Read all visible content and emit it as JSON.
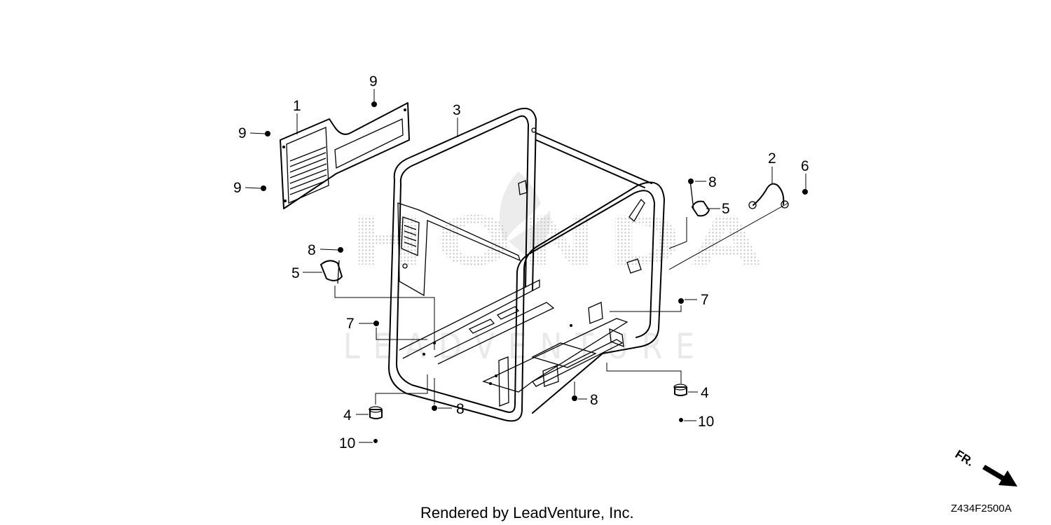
{
  "callouts": {
    "c1": "1",
    "c2": "2",
    "c3": "3",
    "c4a": "4",
    "c4b": "4",
    "c5a": "5",
    "c5b": "5",
    "c6": "6",
    "c7a": "7",
    "c7b": "7",
    "c8a": "8",
    "c8b": "8",
    "c8c": "8",
    "c8d": "8",
    "c9a": "9",
    "c9b": "9",
    "c9c": "9",
    "c10a": "10",
    "c10b": "10"
  },
  "watermark": {
    "brand": "HONDA",
    "sub": "LEADVENTURE"
  },
  "footer": {
    "rendered_by": "Rendered by LeadVenture, Inc.",
    "diagram_code": "Z434F2500A",
    "direction": "FR."
  }
}
